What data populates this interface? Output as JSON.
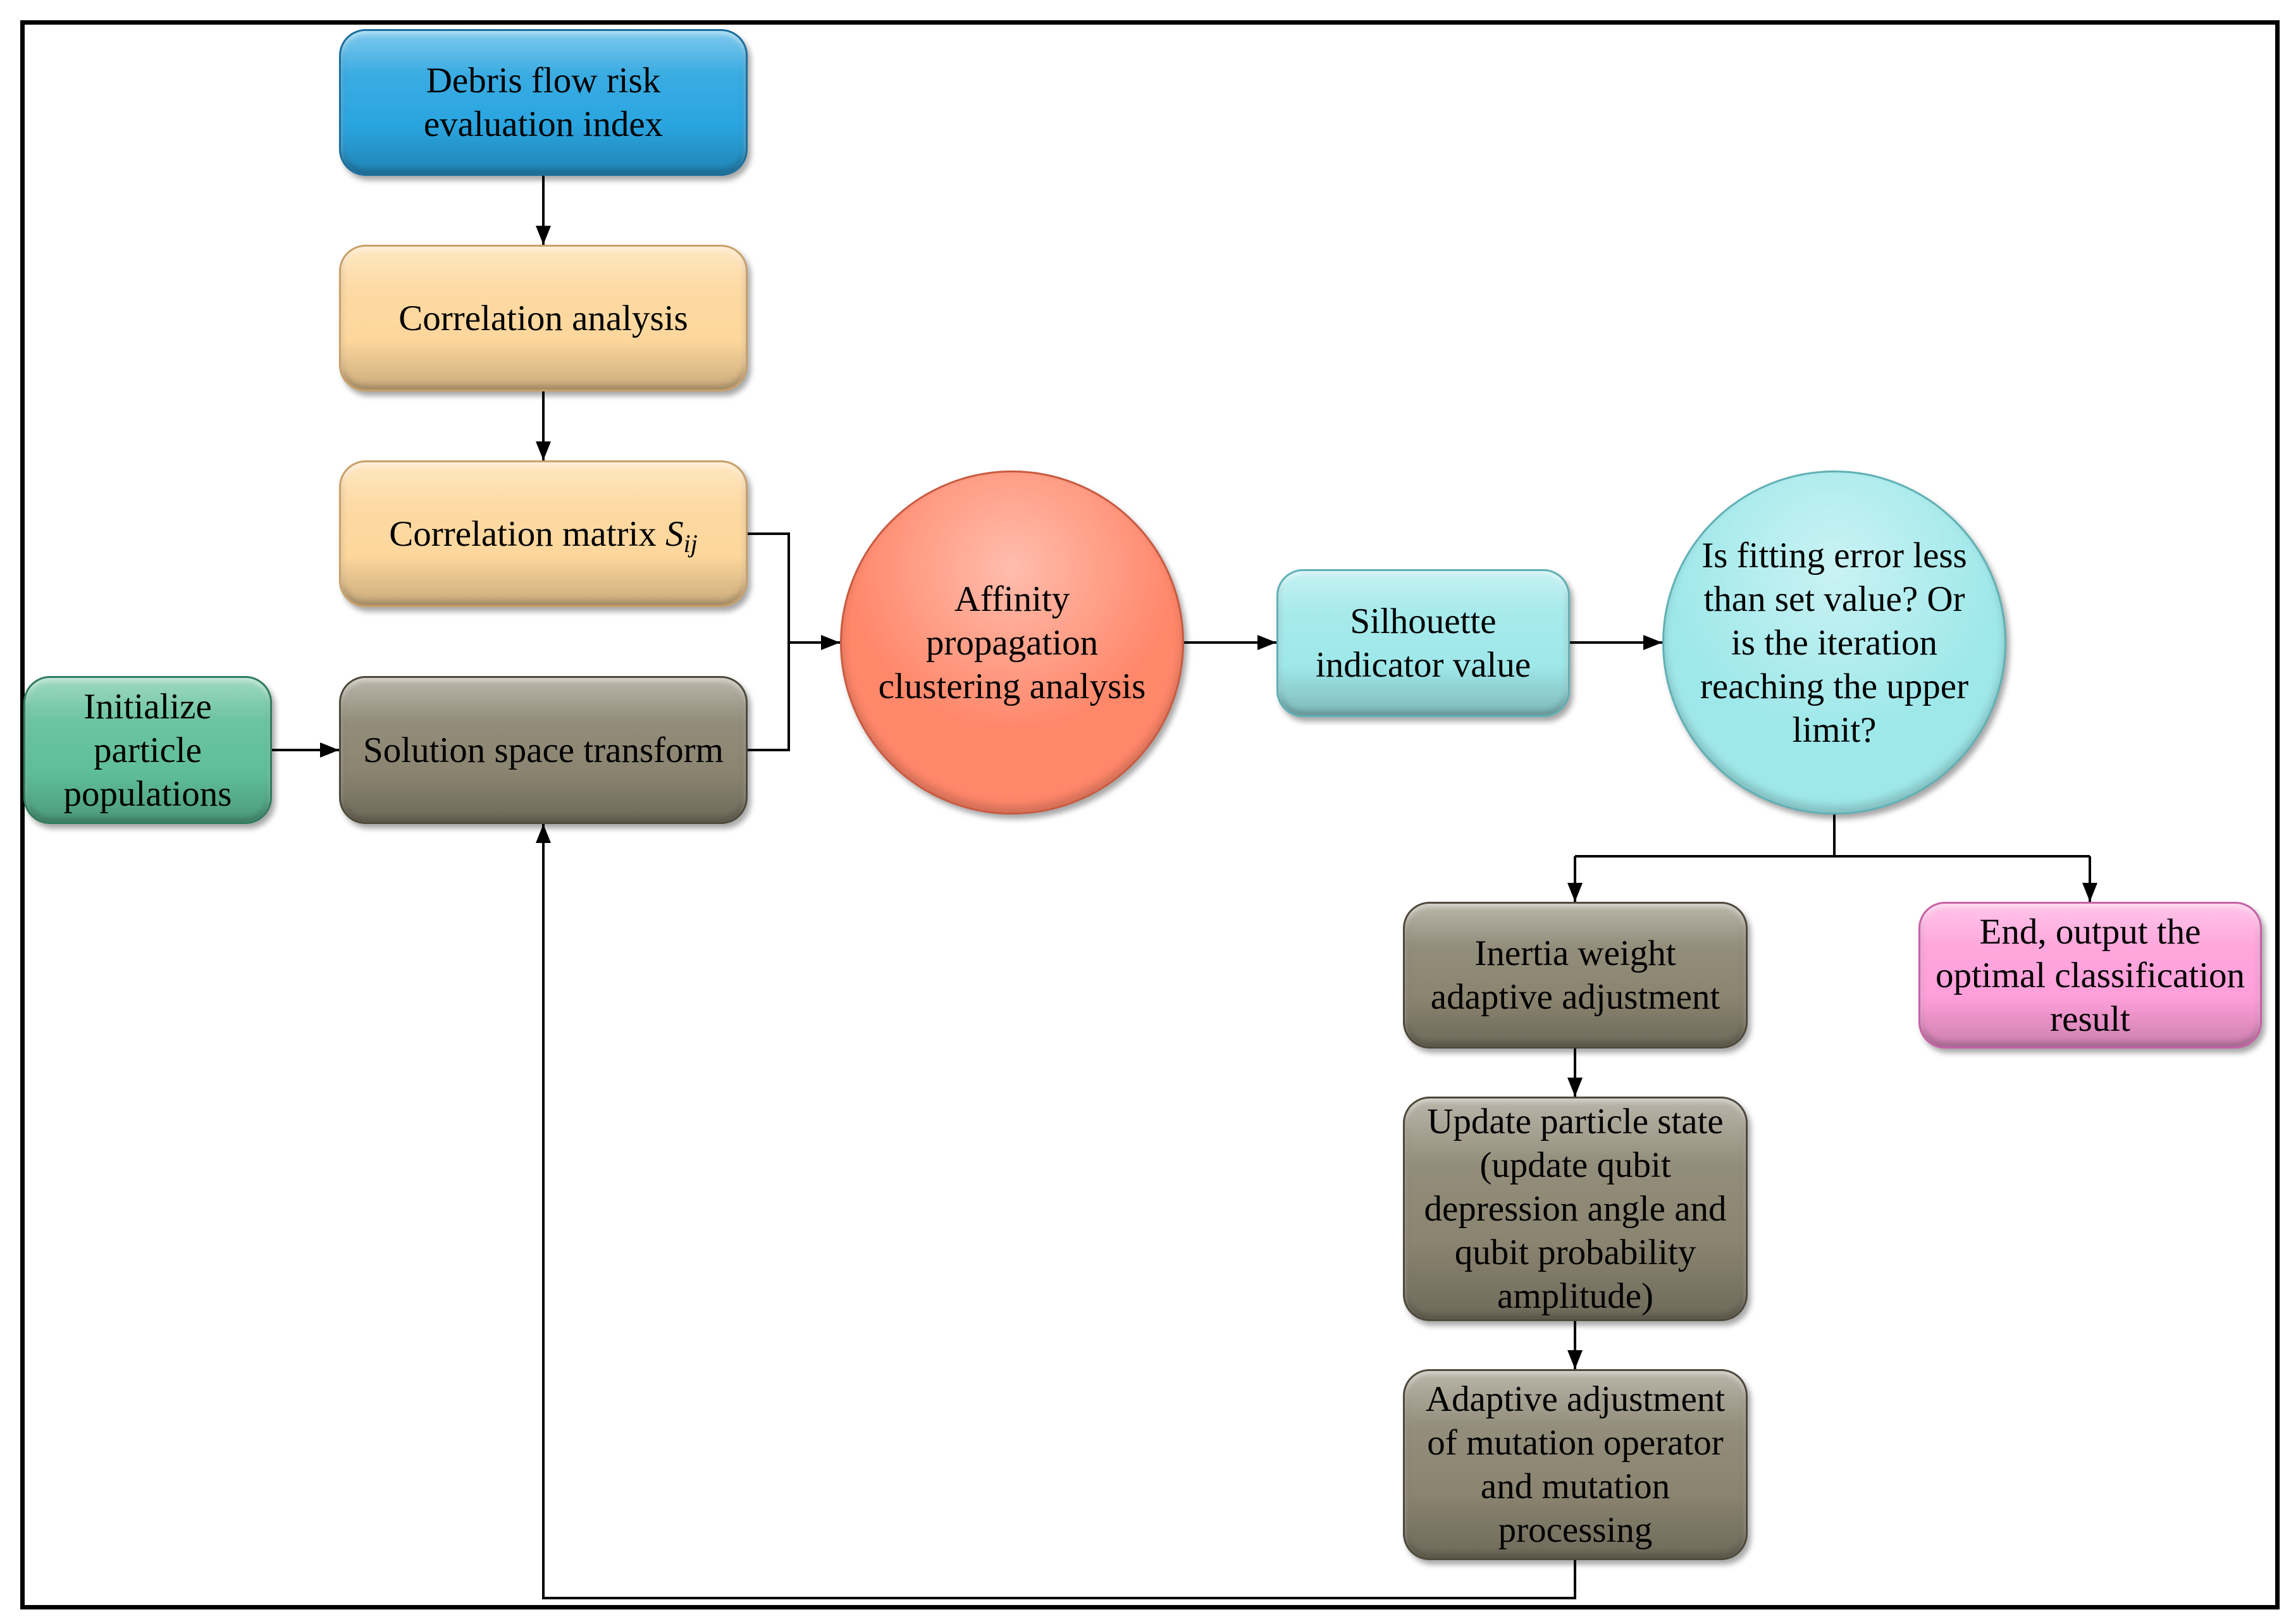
{
  "diagram": {
    "nodes": {
      "debris_index": "Debris flow risk\nevaluation index",
      "correlation_analysis": "Correlation analysis",
      "correlation_matrix": {
        "label": "Correlation matrix",
        "symbol": "S",
        "subscript": "ij"
      },
      "solution_space": "Solution space transform",
      "initialize": "Initialize\nparticle\npopulations",
      "affinity": "Affinity\npropagation\nclustering analysis",
      "silhouette": "Silhouette\nindicator value",
      "decision": "Is fitting error less\nthan set value? Or\nis the iteration\nreaching the upper\nlimit?",
      "inertia": "Inertia weight\nadaptive adjustment",
      "end": "End, output the\noptimal classification\nresult",
      "update": "Update particle state\n(update qubit\ndepression angle and\nqubit probability\namplitude)",
      "mutation": "Adaptive adjustment\nof mutation operator\nand mutation\nprocessing"
    }
  },
  "colors": {
    "blue": {
      "fill": "#2aa5e0",
      "edge": "#1a6f9e"
    },
    "peach": {
      "fill": "#fdd79c",
      "edge": "#c9a068"
    },
    "gray": {
      "fill": "#8a8470",
      "edge": "#4e493b"
    },
    "green": {
      "fill": "#5fbf9a",
      "edge": "#2e7c5e"
    },
    "coral": {
      "fill": "#ff876a",
      "edge": "#c95a40"
    },
    "cyan": {
      "fill": "#9fe8ea",
      "edge": "#5fb0b5"
    },
    "pink": {
      "fill": "#ff9fda",
      "edge": "#c760a5"
    },
    "line": "#000000",
    "text": "#000000"
  }
}
